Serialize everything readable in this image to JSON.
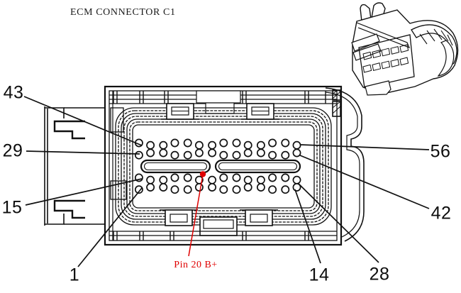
{
  "title": "ECM CONNECTOR C1",
  "callouts": [
    {
      "name": "pin-43",
      "text": "43"
    },
    {
      "name": "pin-29",
      "text": "29"
    },
    {
      "name": "pin-15",
      "text": "15"
    },
    {
      "name": "pin-1",
      "text": "1"
    },
    {
      "name": "pin-56",
      "text": "56"
    },
    {
      "name": "pin-42",
      "text": "42"
    },
    {
      "name": "pin-28",
      "text": "28"
    },
    {
      "name": "pin-14",
      "text": "14"
    }
  ],
  "annotation": {
    "text": "Pin 20 B+",
    "color": "#e00000"
  },
  "connector": {
    "pin_grid": {
      "rows": 4,
      "pins_per_row": 14,
      "clusters_per_row": 7
    }
  },
  "colors": {
    "line": "#111111",
    "background": "#ffffff"
  }
}
